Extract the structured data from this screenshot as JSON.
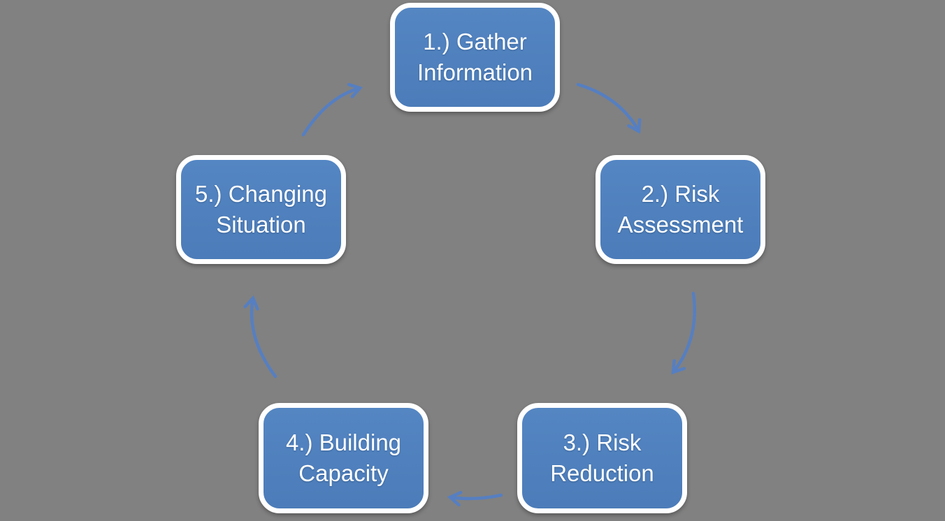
{
  "diagram": {
    "type": "cycle",
    "direction": "clockwise",
    "background_color": "#818181",
    "node_style": {
      "fill_color": "#4f81bd",
      "border_color": "#ffffff",
      "text_color": "#ffffff"
    },
    "arrow_color": "#567fc1",
    "nodes": [
      {
        "label": "1.) Gather Information",
        "lines": [
          "1.) Gather",
          "Information"
        ]
      },
      {
        "label": "2.) Risk Assessment",
        "lines": [
          "2.) Risk",
          "Assessment"
        ]
      },
      {
        "label": "3.) Risk Reduction",
        "lines": [
          "3.) Risk",
          "Reduction"
        ]
      },
      {
        "label": "4.) Building Capacity",
        "lines": [
          "4.) Building",
          "Capacity"
        ]
      },
      {
        "label": "5.) Changing Situation",
        "lines": [
          "5.) Changing",
          "Situation"
        ]
      }
    ],
    "arrows": [
      {
        "from": "1.) Gather Information",
        "to": "2.) Risk Assessment"
      },
      {
        "from": "2.) Risk Assessment",
        "to": "3.) Risk Reduction"
      },
      {
        "from": "3.) Risk Reduction",
        "to": "4.) Building Capacity"
      },
      {
        "from": "4.) Building Capacity",
        "to": "5.) Changing Situation"
      },
      {
        "from": "5.) Changing Situation",
        "to": "1.) Gather Information"
      }
    ]
  }
}
